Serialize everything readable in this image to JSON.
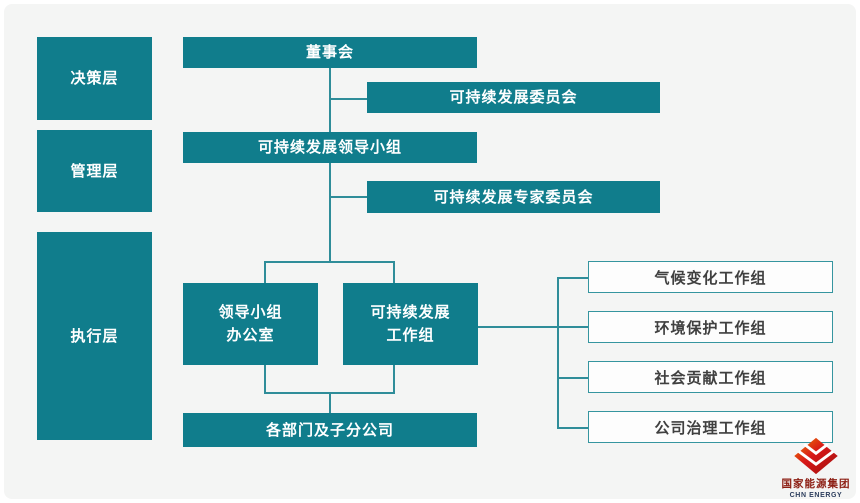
{
  "org_chart": {
    "layers": {
      "decision": {
        "label": "决策层"
      },
      "management": {
        "label": "管理层"
      },
      "execution": {
        "label": "执行层"
      }
    },
    "nodes": {
      "board": {
        "label": "董事会"
      },
      "sd_committee": {
        "label": "可持续发展委员会"
      },
      "sd_leading_group": {
        "label": "可持续发展领导小组"
      },
      "sd_expert_committee": {
        "label": "可持续发展专家委员会"
      },
      "leading_group_office": {
        "line1": "领导小组",
        "line2": "办公室"
      },
      "sd_working_group": {
        "line1": "可持续发展",
        "line2": "工作组"
      },
      "departments": {
        "label": "各部门及子分公司"
      },
      "wg_climate": {
        "label": "气候变化工作组"
      },
      "wg_environment": {
        "label": "环境保护工作组"
      },
      "wg_social": {
        "label": "社会贡献工作组"
      },
      "wg_governance": {
        "label": "公司治理工作组"
      }
    },
    "colors": {
      "box_teal": "#107d8c",
      "line_teal": "#2f8d99",
      "white_box_border": "#35959f",
      "white_box_text": "#404040",
      "background": "#f4f5f4",
      "logo_red": "#d71718",
      "logo_cn_text": "#8c1d12",
      "logo_en_text": "#2c3e5d"
    }
  },
  "logo": {
    "name_cn": "国家能源集团",
    "name_en": "CHN ENERGY"
  }
}
